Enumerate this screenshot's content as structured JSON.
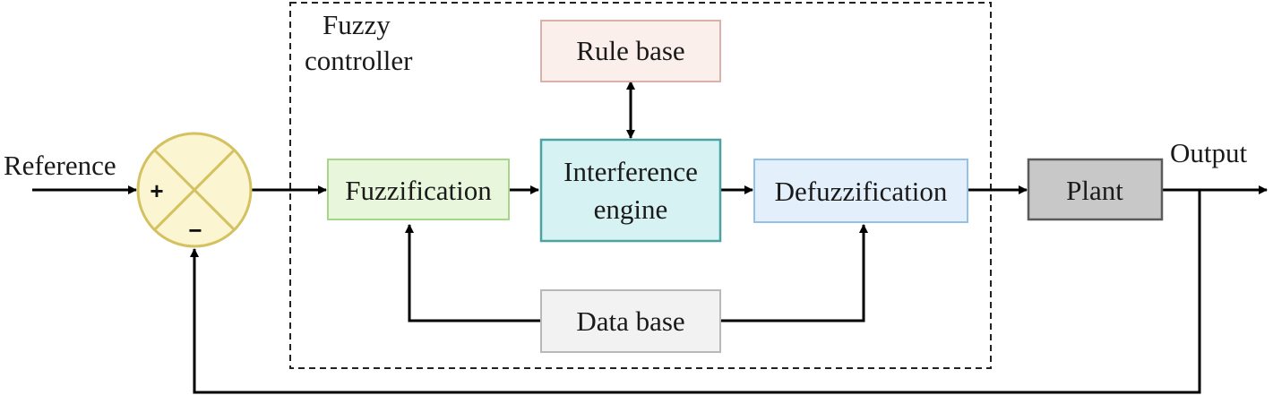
{
  "labels": {
    "reference": "Reference",
    "output": "Output",
    "controller_title_1": "Fuzzy",
    "controller_title_2": "controller",
    "plus": "+",
    "minus": "−"
  },
  "blocks": {
    "rule_base": "Rule base",
    "fuzzification": "Fuzzification",
    "inference_1": "Interference",
    "inference_2": "engine",
    "defuzzification": "Defuzzification",
    "data_base": "Data base",
    "plant": "Plant"
  },
  "colors": {
    "rule_base_fill": "#fbefeb",
    "rule_base_stroke": "#d9b1a8",
    "fuzzification_fill": "#e8f6dc",
    "fuzzification_stroke": "#a6d68a",
    "inference_fill": "#d7f2f2",
    "inference_stroke": "#4aa3a3",
    "defuzzification_fill": "#e3f0fb",
    "defuzzification_stroke": "#93c2e6",
    "data_base_fill": "#f2f2f2",
    "data_base_stroke": "#b8b8b8",
    "plant_fill": "#c8c8c8",
    "plant_stroke": "#5a5a5a",
    "summer_fill": "#fbf5d2",
    "summer_stroke": "#d4c160"
  }
}
